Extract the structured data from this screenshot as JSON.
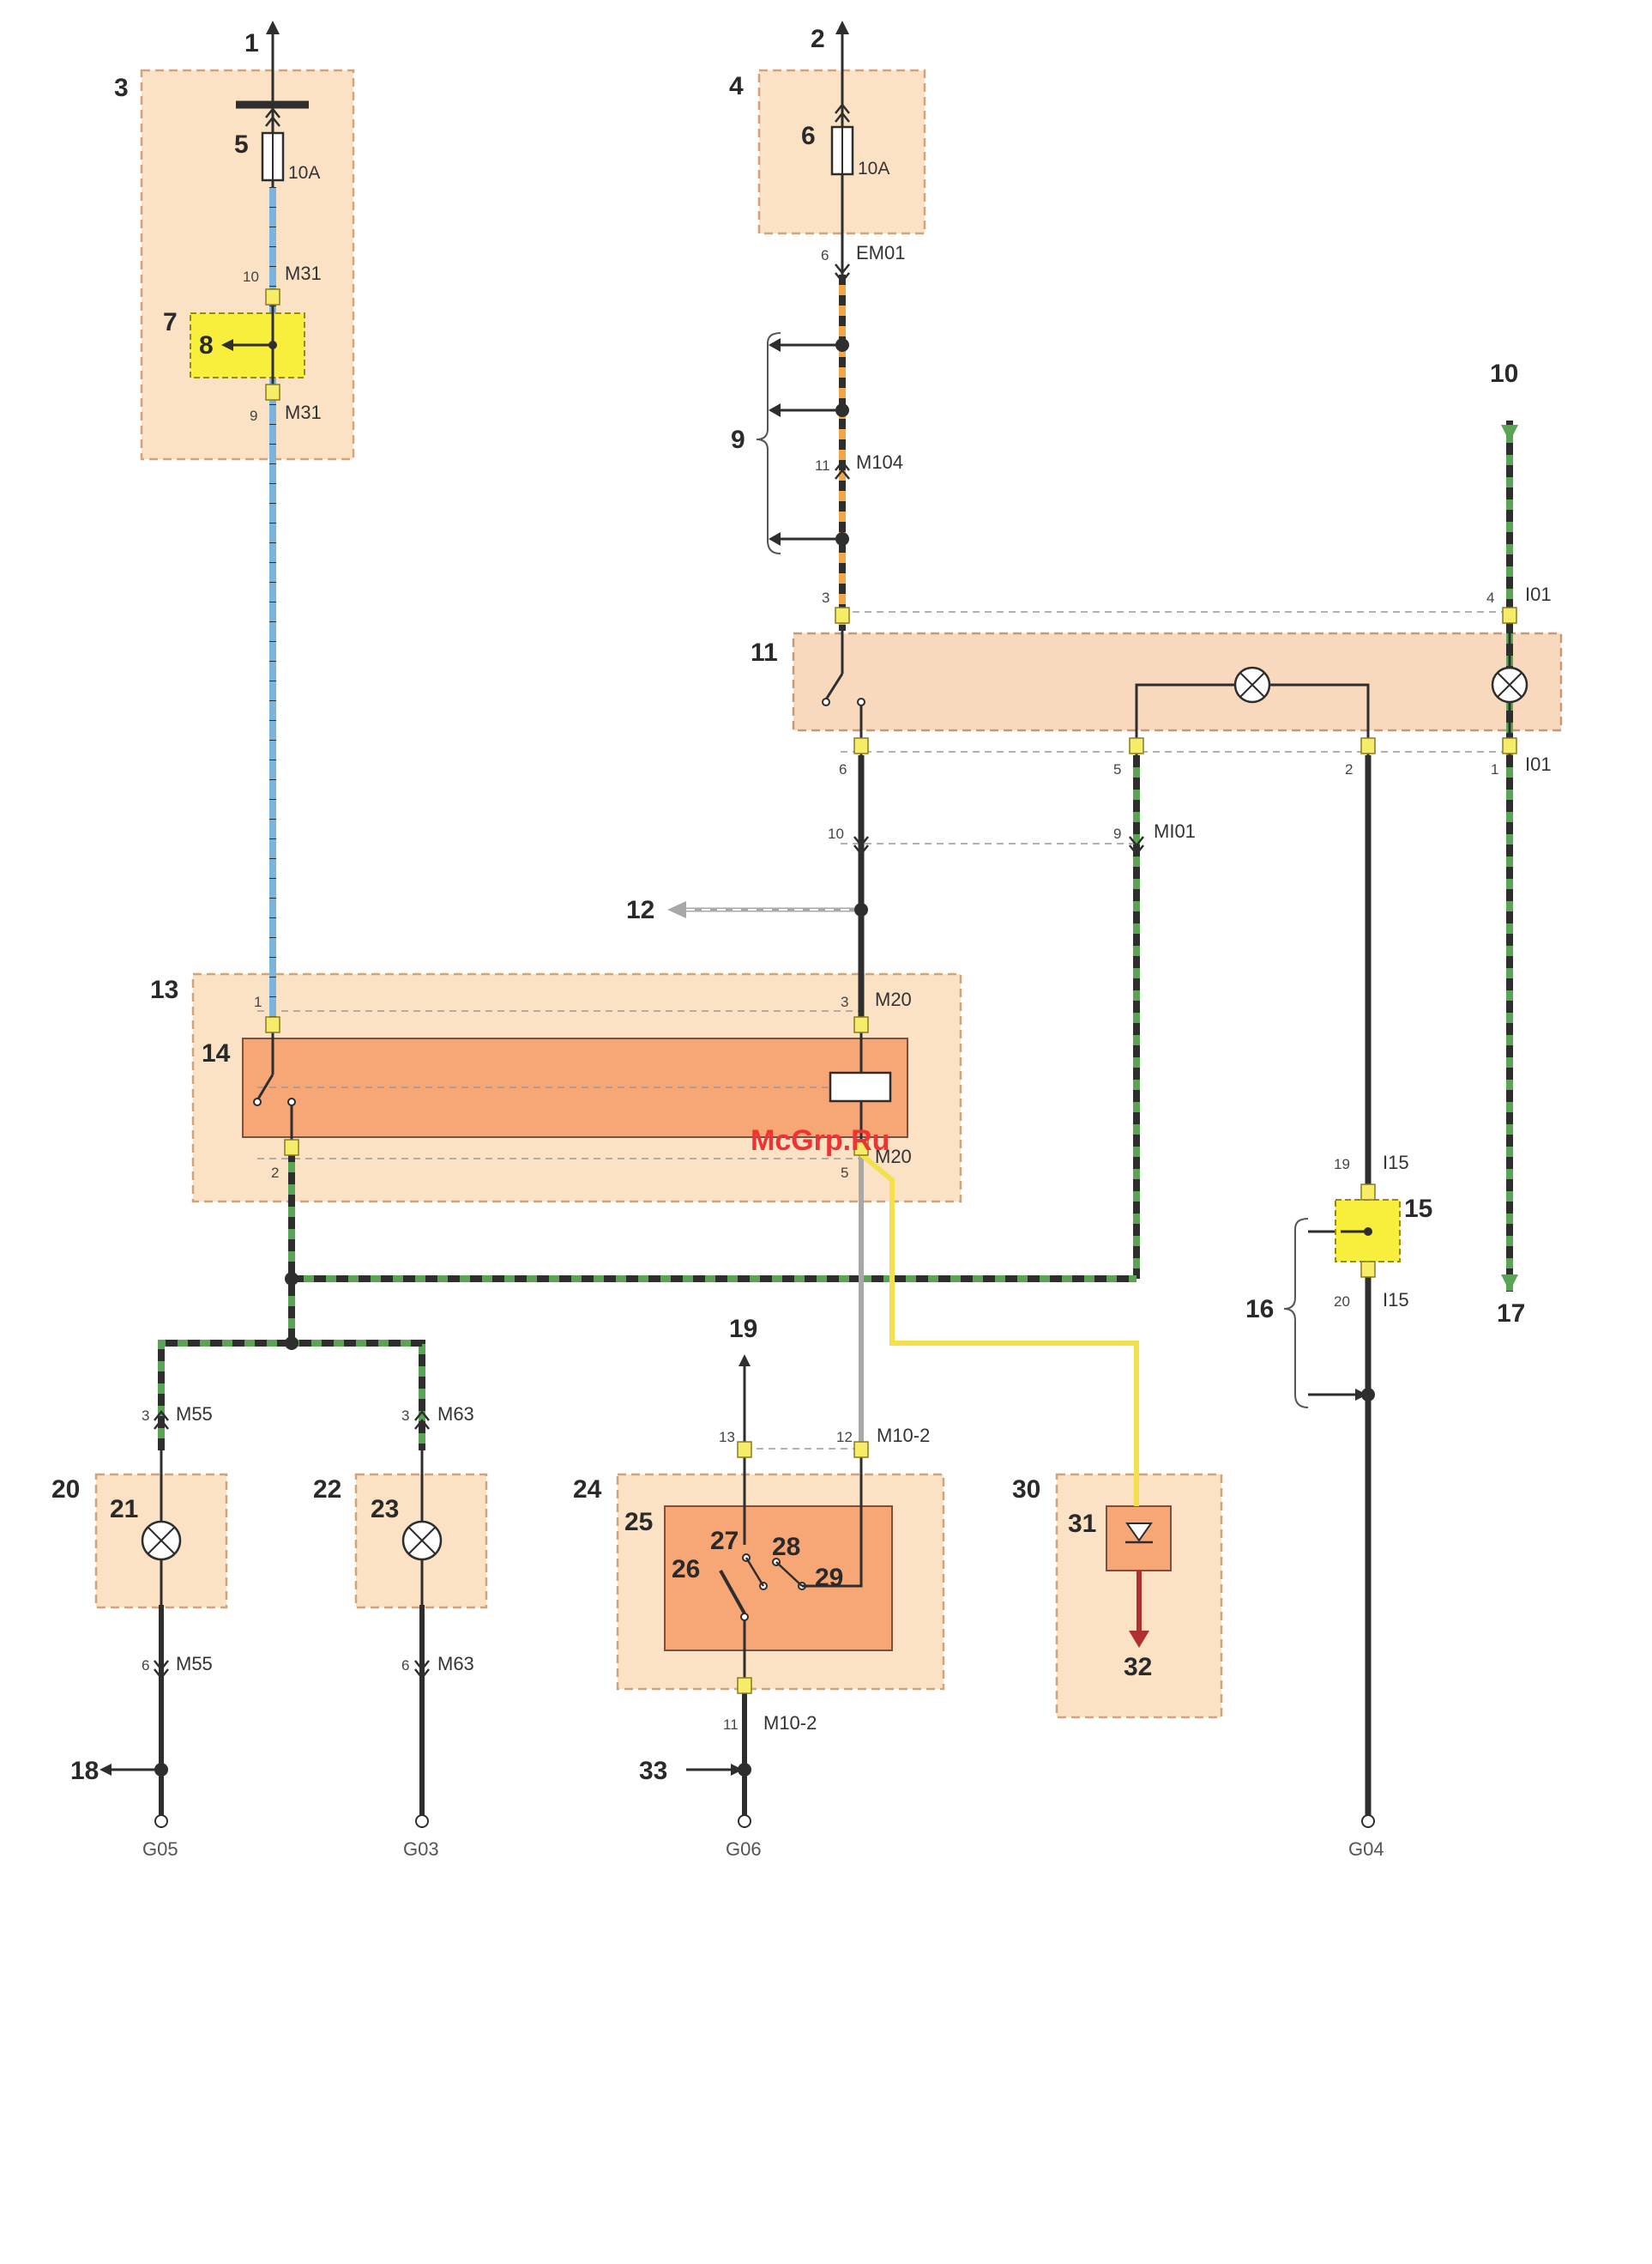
{
  "callouts": {
    "c1": "1",
    "c2": "2",
    "c3": "3",
    "c4": "4",
    "c5": "5",
    "c6": "6",
    "c7": "7",
    "c8": "8",
    "c9": "9",
    "c10": "10",
    "c11": "11",
    "c12": "12",
    "c13": "13",
    "c14": "14",
    "c15": "15",
    "c16": "16",
    "c17": "17",
    "c18": "18",
    "c19": "19",
    "c20": "20",
    "c21": "21",
    "c22": "22",
    "c23": "23",
    "c24": "24",
    "c25": "25",
    "c26": "26",
    "c27": "27",
    "c28": "28",
    "c29": "29",
    "c30": "30",
    "c31": "31",
    "c32": "32",
    "c33": "33"
  },
  "fuses": {
    "f5": "10A",
    "f6": "10A"
  },
  "connectors": {
    "m31": "M31",
    "em01": "EM01",
    "m104": "M104",
    "i01": "I01",
    "mi01": "MI01",
    "m20": "M20",
    "i15": "I15",
    "m55": "M55",
    "m63": "M63",
    "m10_2": "M10-2"
  },
  "pins": {
    "p10_m31": "10",
    "p9_m31": "9",
    "p6_em01": "6",
    "p11_m104": "11",
    "p3_top": "3",
    "p4_top": "4",
    "p6_bot": "6",
    "p5_bot": "5",
    "p2_bot": "2",
    "p1_bot": "1",
    "p10_mi01": "10",
    "p9_mi01": "9",
    "p1_m20": "1",
    "p3_m20": "3",
    "p2_m20": "2",
    "p5_m20": "5",
    "p19_i15": "19",
    "p20_i15": "20",
    "p3_m55": "3",
    "p6_m55": "6",
    "p3_m63": "3",
    "p6_m63": "6",
    "p13_m10": "13",
    "p12_m10": "12",
    "p11_m10": "11"
  },
  "grounds": {
    "g05": "G05",
    "g03": "G03",
    "g06": "G06",
    "g04": "G04"
  },
  "watermark": "McGrp.Ru",
  "colors": {
    "wire_blue": "#7cb4e0",
    "wire_green": "#5aa555",
    "wire_orange": "#f0a64a",
    "wire_black": "#2e2e2e",
    "wire_yellow": "#f4e04a",
    "wire_gray": "#a8a8a8",
    "wire_red": "#b03030"
  }
}
